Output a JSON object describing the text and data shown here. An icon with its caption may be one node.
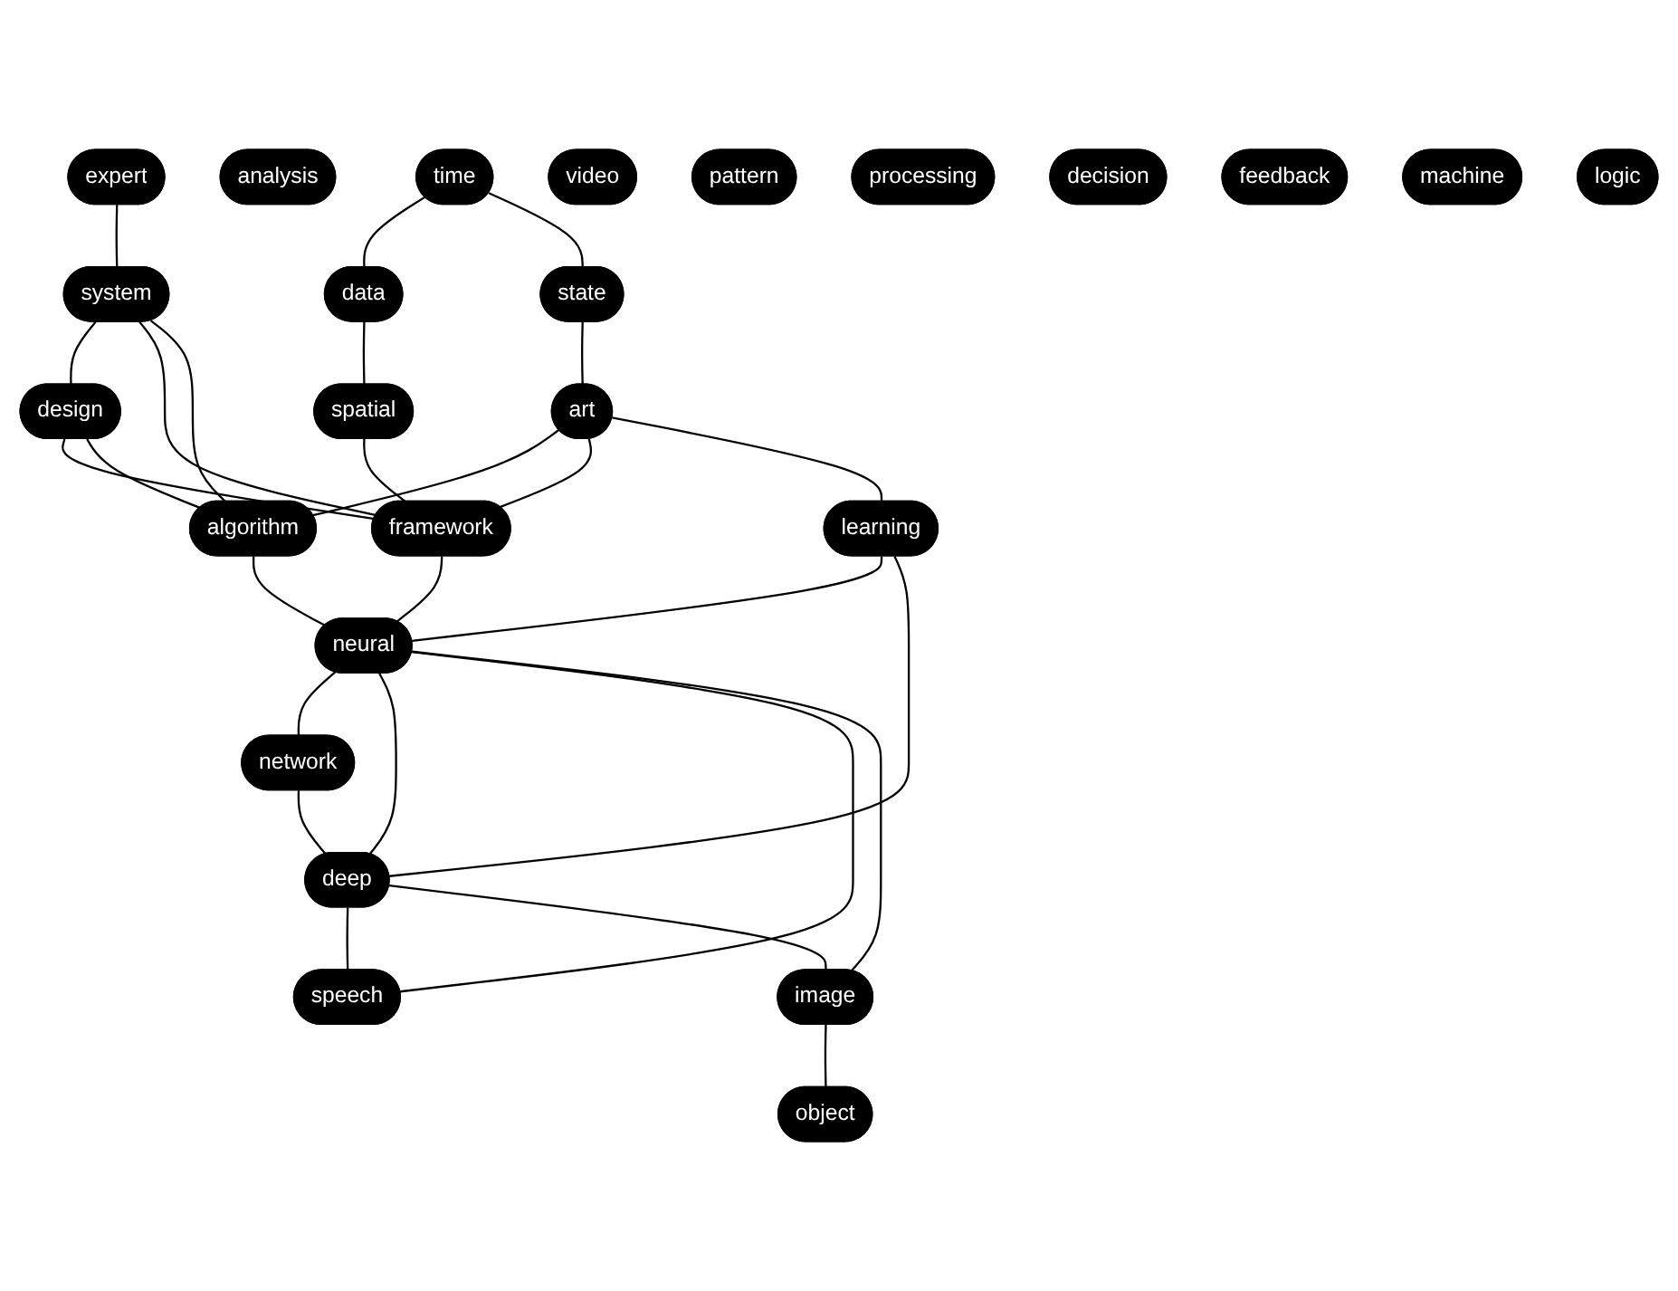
{
  "diagram": {
    "nodes": [
      {
        "text": [
          "expert"
        ]
      },
      {
        "text": [
          "analysis"
        ]
      },
      {
        "text": [
          "time"
        ]
      },
      {
        "text": [
          "state"
        ]
      },
      {
        "text": [
          "data"
        ]
      },
      {
        "text": [
          "system"
        ]
      },
      {
        "text": [
          "video"
        ]
      },
      {
        "text": [
          "design"
        ]
      },
      {
        "text": [
          "art"
        ]
      },
      {
        "text": [
          "spatial"
        ]
      },
      {
        "text": [
          "pattern"
        ]
      },
      {
        "text": [
          "algorithm"
        ]
      },
      {
        "text": [
          "framework"
        ]
      },
      {
        "text": [
          "processing"
        ]
      },
      {
        "text": [
          "learning"
        ]
      },
      {
        "text": [
          "decision"
        ]
      },
      {
        "text": [
          "neural"
        ]
      },
      {
        "text": [
          "feedback"
        ]
      },
      {
        "text": [
          "machine"
        ]
      },
      {
        "text": [
          "network"
        ]
      },
      {
        "text": [
          "deep"
        ]
      },
      {
        "text": [
          "speech"
        ]
      },
      {
        "text": [
          "logic"
        ]
      },
      {
        "text": [
          "image"
        ]
      },
      {
        "text": [
          "object"
        ]
      }
    ],
    "edges": [
      {
        "from": 0,
        "to": 5,
        "arrow": "none"
      },
      {
        "from": 2,
        "to": 4,
        "arrow": "none"
      },
      {
        "from": 2,
        "to": 3,
        "arrow": "none"
      },
      {
        "from": 4,
        "to": 9,
        "arrow": "none"
      },
      {
        "from": 3,
        "to": 8,
        "arrow": "none"
      },
      {
        "from": 9,
        "to": 12,
        "arrow": "none"
      },
      {
        "from": 5,
        "to": 7,
        "arrow": "none"
      },
      {
        "from": 5,
        "to": 12,
        "arrow": "none"
      },
      {
        "from": 5,
        "to": 11,
        "arrow": "none"
      },
      {
        "from": 7,
        "to": 12,
        "arrow": "none"
      },
      {
        "from": 7,
        "to": 11,
        "arrow": "none"
      },
      {
        "from": 8,
        "to": 11,
        "arrow": "none"
      },
      {
        "from": 8,
        "to": 12,
        "arrow": "none"
      },
      {
        "from": 8,
        "to": 14,
        "arrow": "none"
      },
      {
        "from": 12,
        "to": 16,
        "arrow": "none"
      },
      {
        "from": 11,
        "to": 16,
        "arrow": "none"
      },
      {
        "from": 14,
        "to": 16,
        "arrow": "none"
      },
      {
        "from": 14,
        "to": 20,
        "arrow": "none"
      },
      {
        "from": 16,
        "to": 19,
        "arrow": "none"
      },
      {
        "from": 16,
        "to": 20,
        "arrow": "none"
      },
      {
        "from": 16,
        "to": 21,
        "arrow": "none"
      },
      {
        "from": 16,
        "to": 23,
        "arrow": "none"
      },
      {
        "from": 19,
        "to": 20,
        "arrow": "none"
      },
      {
        "from": 20,
        "to": 21,
        "arrow": "none"
      },
      {
        "from": 20,
        "to": 23,
        "arrow": "none"
      },
      {
        "from": 23,
        "to": 24,
        "arrow": "none"
      }
    ]
  }
}
